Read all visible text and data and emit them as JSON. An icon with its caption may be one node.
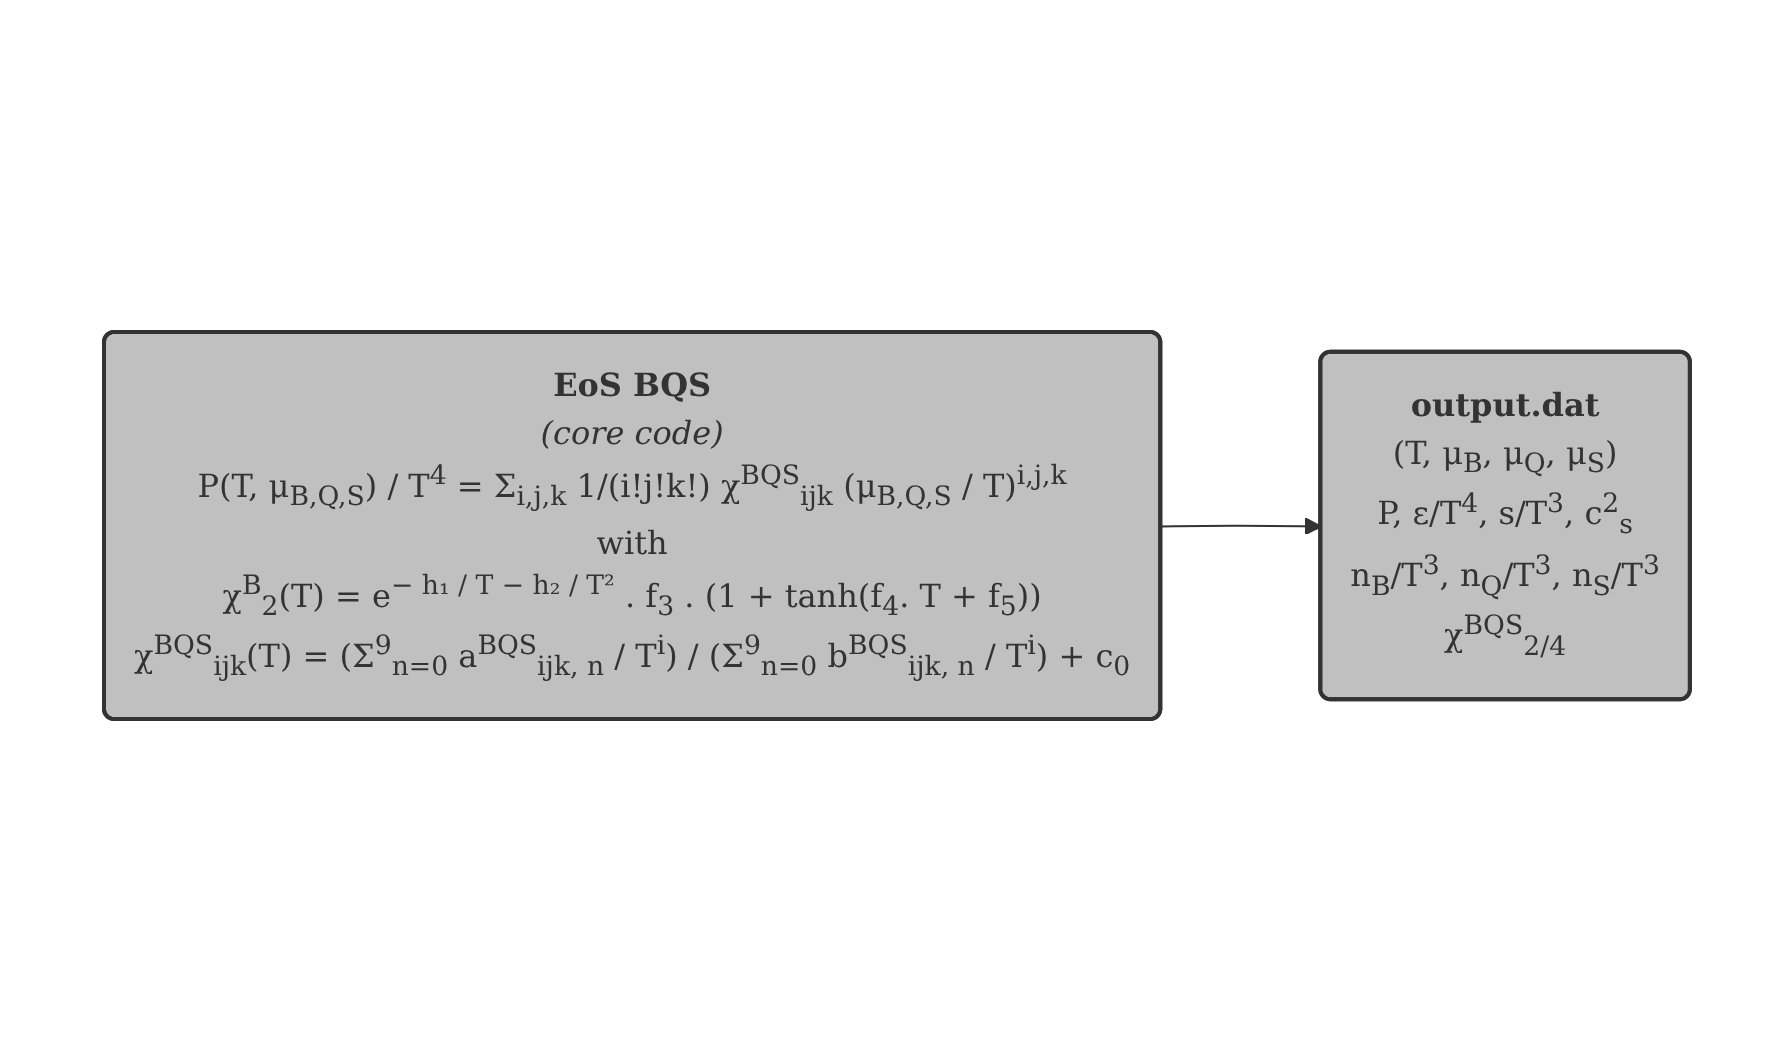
{
  "diagram": {
    "nodes": [
      {
        "text": [
          "EoS BQS",
          "(core code)",
          "P(T, μ$_{B,Q,S}$) / T$^{4}$ = Σ$_{i,j,k}$ 1/(i!j!k!) χ$^{BQS}$$_{ijk}$ (μ$_{B,Q,S}$ / T)$^{i,j,k}$",
          "with",
          "χ$^{B}$$_{2}$(T) = e$^{− h₁ / T − h₂ / T²}$ . f$_{3}$ . (1 + tanh(f$_{4}$. T + f$_{5}$))",
          "χ$^{BQS}$$_{ijk}$(T) = (Σ$^{9}$$_{n=0}$ a$^{BQS}$$_{ijk, n}$ / T$^{i}$) / (Σ$^{9}$$_{n=0}$ b$^{BQS}$$_{ijk, n}$ / T$^{i}$) + c$_{0}$"
        ]
      },
      {
        "text": [
          "output.dat",
          "(T, μ$_{B}$, μ$_{Q}$, μ$_{S}$)",
          "P, ε/T$^{4}$, s/T$^{3}$, c$^{2}$$_{s}$",
          "n$_{B}$/T$^{3}$, n$_{Q}$/T$^{3}$, n$_{S}$/T$^{3}$",
          "χ$^{BQS}$$_{2/4}$"
        ]
      }
    ],
    "edges": [
      {
        "from": 0,
        "to": 1,
        "arrow": "to"
      }
    ]
  }
}
